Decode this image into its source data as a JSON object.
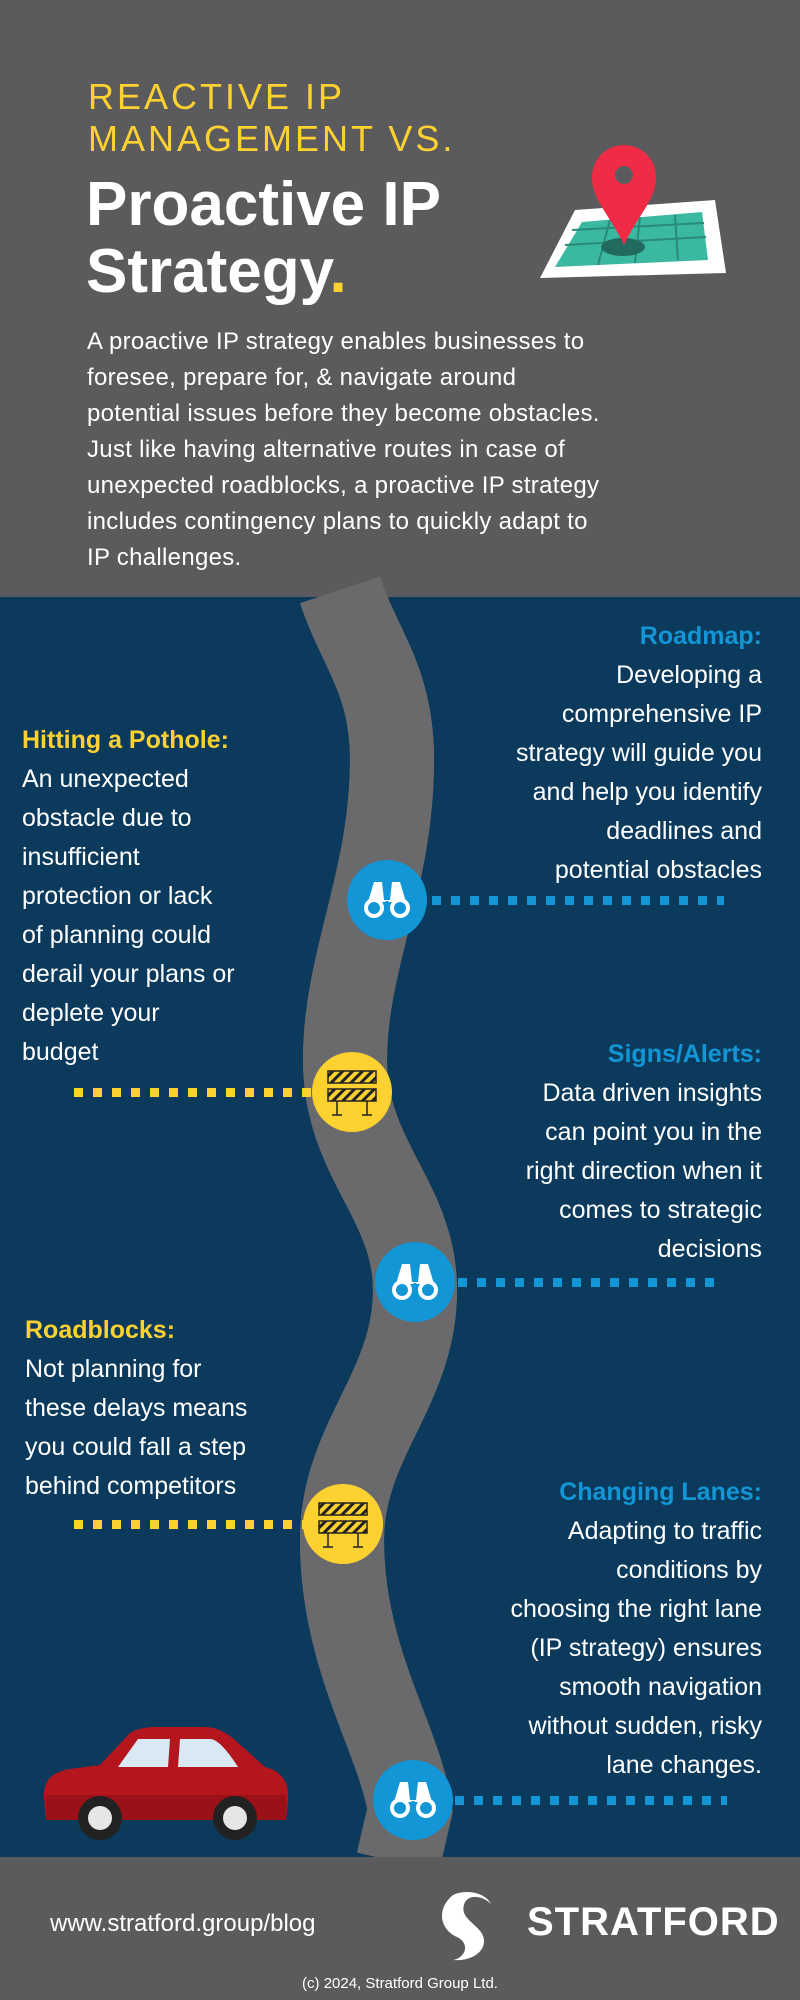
{
  "header": {
    "kicker_lines": [
      "REACTIVE IP",
      "MANAGEMENT VS."
    ],
    "title_lines": [
      "Proactive IP",
      "Strategy"
    ],
    "title_dot": ".",
    "intro_lines": [
      "A proactive IP strategy enables businesses to",
      "foresee, prepare for, & navigate around",
      "potential issues before they become obstacles.",
      "Just like having alternative routes in case of",
      "unexpected roadblocks, a proactive IP strategy",
      "includes contingency plans to quickly adapt to",
      "IP challenges."
    ],
    "illustration": "map-pin-icon"
  },
  "sections": [
    {
      "heading": "Roadmap:",
      "lines": [
        "Developing a",
        "comprehensive IP",
        "strategy will guide you",
        "and help you identify",
        "deadlines and",
        "potential obstacles"
      ],
      "icon": "binoculars-icon"
    },
    {
      "heading": "Hitting a Pothole:",
      "lines": [
        "An unexpected",
        "obstacle due to",
        "insufficient",
        "protection or lack",
        "of planning could",
        "derail your plans or",
        "deplete your",
        "budget"
      ],
      "icon": "road-barrier-icon"
    },
    {
      "heading": "Signs/Alerts:",
      "lines": [
        "Data driven insights",
        "can point you in the",
        "right direction when it",
        "comes to strategic",
        "decisions"
      ],
      "icon": "binoculars-icon"
    },
    {
      "heading": "Roadblocks:",
      "lines": [
        "Not planning for",
        "these delays means",
        "you could fall a step",
        "behind competitors"
      ],
      "icon": "road-barrier-icon"
    },
    {
      "heading": "Changing Lanes:",
      "lines": [
        "Adapting to traffic",
        "conditions by",
        "choosing the right lane",
        "(IP strategy) ensures",
        "smooth navigation",
        "without sudden, risky",
        "lane changes."
      ],
      "icon": "binoculars-icon"
    }
  ],
  "footer": {
    "url": "www.stratford.group/blog",
    "brand": "STRATFORD",
    "copyright": "(c) 2024, Stratford Group Ltd."
  },
  "colors": {
    "header_bg": "#5b5b5d",
    "navy": "#0b3a5c",
    "blue": "#1296d6",
    "yellow": "#fdd130"
  }
}
